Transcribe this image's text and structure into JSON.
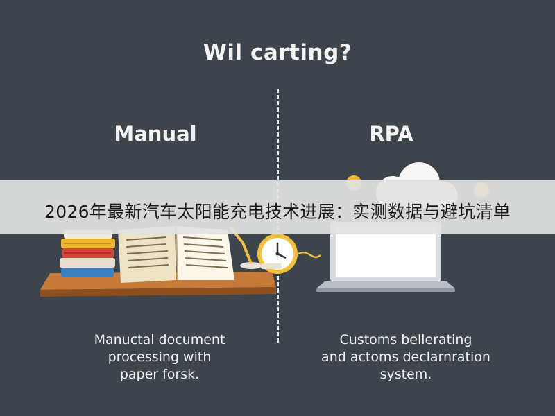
{
  "header": {
    "title": "Wil carting?"
  },
  "left": {
    "heading": "Manual",
    "caption": "Manuctal document\nprocessing with\npaper forsk."
  },
  "right": {
    "heading": "RPA",
    "caption": "Customs bellerating\nand actoms declarnration\nsystem."
  },
  "banner": {
    "text": "2026年最新汽车太阳能充电技术进展：实测数据与避坑清单"
  },
  "colors": {
    "background": "#3d444c",
    "desk": "#c57a3a",
    "banner": "#e2e2e2",
    "clock": "#f2c23c",
    "coin": "#f0b82e"
  },
  "icons": [
    "stacked-books-icon",
    "open-document-icon",
    "desk-lamp-icon",
    "alarm-clock-icon",
    "laptop-icon",
    "cloud-icon",
    "dollar-coin-icon"
  ]
}
